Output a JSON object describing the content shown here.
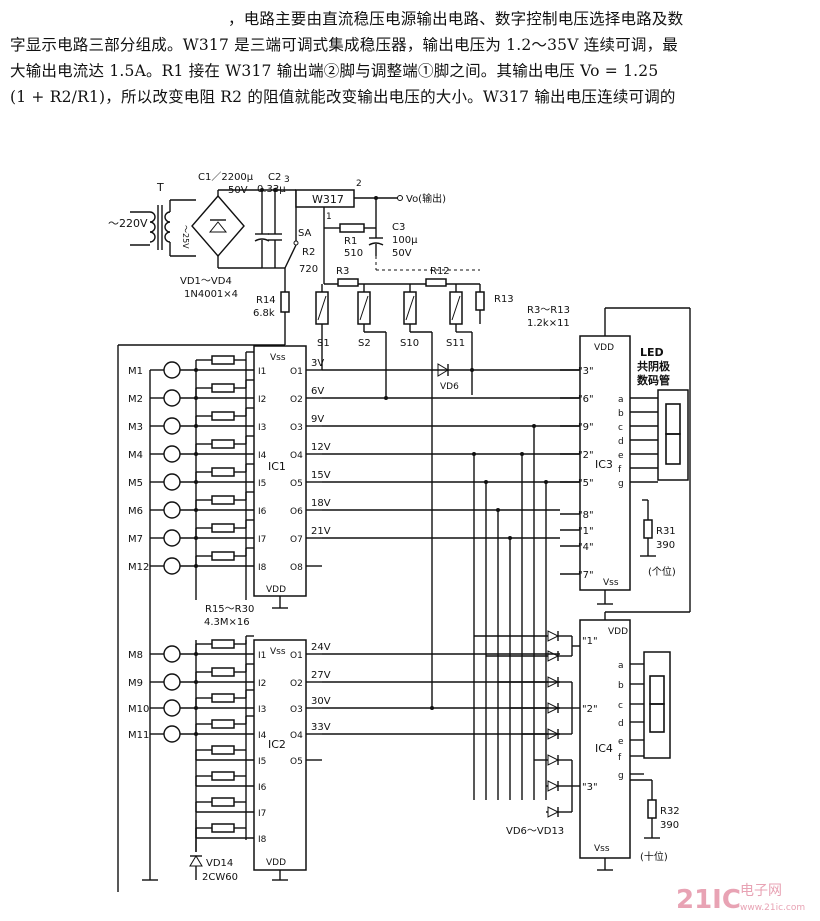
{
  "paragraph": {
    "line1": "，电路主要由直流稳压电源输出电路、数字控制电压选择电路及数",
    "line2": "字显示电路三部分组成。W317 是三端可调式集成稳压器，输出电压为 1.2～35V 连续可调，最",
    "line3": "大输出电流达 1.5A。R1 接在 W317 输出端②脚与调整端①脚之间。其输出电压 Vo = 1.25",
    "line4": "(1 + R2/R1)，所以改变电阻 R2 的阻值就能改变输出电压的大小。W317 输出电压连续可调的"
  },
  "power": {
    "ac_in": "～220V",
    "transformer": "T",
    "sec": "～25V",
    "c1": "C1／2200μ",
    "c1v": "50V",
    "c2": "C2",
    "c2v": "0.33μ",
    "pin3": "3",
    "pin2": "2",
    "pin1": "1",
    "reg": "W317",
    "vout": "Vo(输出)",
    "r1": "R1",
    "r1v": "510",
    "c3": "C3",
    "c3v": "100μ",
    "c3vv": "50V",
    "sa": "SA",
    "r2": "R2",
    "r2v": "720",
    "vd": "VD1～VD4",
    "vdv": "1N4001×4",
    "r14": "R14",
    "r14v": "6.8k"
  },
  "ladder": {
    "r3": "R3",
    "r12": "R12",
    "r13": "R13",
    "rr": "R3～R13",
    "rrv": "1.2k×11",
    "s1": "S1",
    "s2": "S2",
    "s10": "S10",
    "s11": "S11"
  },
  "ic1": {
    "name": "IC1",
    "vss": "Vss",
    "vdd": "VDD",
    "inputs": [
      "I1",
      "I2",
      "I3",
      "I4",
      "I5",
      "I6",
      "I7",
      "I8"
    ],
    "outputs": [
      "O1",
      "O2",
      "O3",
      "O4",
      "O5",
      "O6",
      "O7",
      "O8"
    ],
    "volts": [
      "3V",
      "6V",
      "9V",
      "12V",
      "15V",
      "18V",
      "21V",
      ""
    ]
  },
  "ic2": {
    "name": "IC2",
    "vss": "Vss",
    "vdd": "VDD",
    "inputs": [
      "I1",
      "I2",
      "I3",
      "I4",
      "I5",
      "I6",
      "I7",
      "I8"
    ],
    "outputs": [
      "O1",
      "O2",
      "O3",
      "O4",
      "O5"
    ],
    "volts": [
      "24V",
      "27V",
      "30V",
      "33V",
      ""
    ]
  },
  "keys": {
    "top": [
      "M1",
      "M2",
      "M3",
      "M4",
      "M5",
      "M6",
      "M7",
      "M12"
    ],
    "bottom": [
      "M8",
      "M9",
      "M10",
      "M11"
    ]
  },
  "rpull": {
    "label": "R15～R30",
    "value": "4.3M×16"
  },
  "vd14": {
    "name": "VD14",
    "type": "2CW60"
  },
  "vd6": "VD6",
  "vdr": "VD6～VD13",
  "ic3": {
    "name": "IC3",
    "vdd": "VDD",
    "vss": "Vss",
    "inputs": [
      "\"3\"",
      "\"6\"",
      "\"9\"",
      "\"2\"",
      "\"5\"",
      "\"8\"",
      "\"1\"",
      "\"4\"",
      "\"7\""
    ],
    "segs": [
      "a",
      "b",
      "c",
      "d",
      "e",
      "f",
      "g"
    ]
  },
  "ic4": {
    "name": "IC4",
    "vdd": "VDD",
    "vss": "Vss",
    "inputs": [
      "\"1\"",
      "\"2\"",
      "\"3\""
    ],
    "segs": [
      "a",
      "b",
      "c",
      "d",
      "e",
      "f",
      "g"
    ]
  },
  "led": {
    "title1": "LED",
    "title2": "共阴极",
    "title3": "数码管"
  },
  "r31": {
    "name": "R31",
    "value": "390",
    "pos": "(个位)"
  },
  "r32": {
    "name": "R32",
    "value": "390",
    "pos": "(十位)"
  },
  "watermark": {
    "brand": "21IC",
    "cn": "电子网",
    "url": "www.21ic.com"
  },
  "colors": {
    "ink": "#111111",
    "watermark": "#e8a3b4"
  }
}
